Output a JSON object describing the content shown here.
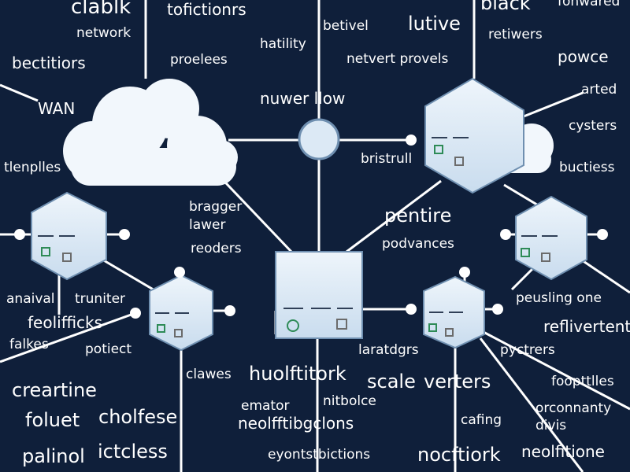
{
  "diagram": {
    "colors": {
      "background": "#0f1f3a",
      "lines": "#ffffff",
      "node_fill": "#dce9f5",
      "node_stroke": "#6f8fb0",
      "icon_green": "#2e8b57",
      "icon_gray": "#6b6b6b"
    },
    "labels": {
      "clablk": "clablk",
      "tofictionrs": "tofictionrs",
      "fonwared": "fonwared",
      "black": "black",
      "betivel": "betivel",
      "lutive": "lutive",
      "network": "network",
      "retiwers": "retiwers",
      "bectitiors": "bectitiors",
      "hatility": "hatility",
      "proelees": "proelees",
      "netvert_provels": "netvert provels",
      "powce": "powce",
      "arted": "arted",
      "wan": "WAN",
      "nuwer_llow": "nuwer llow",
      "cysters": "cysters",
      "tlenplles": "tlenplles",
      "bristrull": "bristrull",
      "buctiess": "buctiess",
      "bragger": "bragger",
      "lawer": "lawer",
      "pentire": "pentire",
      "reoders": "reoders",
      "podvances": "podvances",
      "anaival": "anaival",
      "truniter": "truniter",
      "peusling_one": "peusling one",
      "feolifficks": "feolifficks",
      "reflivertent": "reflivertent",
      "falkes": "falkes",
      "potiect": "potiect",
      "laratdgrs": "laratdgrs",
      "pyctrers": "pyctrers",
      "clawes": "clawes",
      "huolftitork": "huolftitork",
      "scale": "scale",
      "verters": "verters",
      "creartine": "creartine",
      "foopttlles": "foopttlles",
      "emator": "emator",
      "nitbolce": "nitbolce",
      "foluet": "foluet",
      "cholfese": "cholfese",
      "orconnanty": "orconnanty",
      "divis": "divis",
      "neolfftibgclons": "neolfftibgclons",
      "cafing": "cafing",
      "palinol": "palinol",
      "ictcless": "ictcless",
      "eyontstbictions": "eyontstbictions",
      "nocftiork": "nocftiork",
      "neolfitione": "neolfitione"
    }
  }
}
